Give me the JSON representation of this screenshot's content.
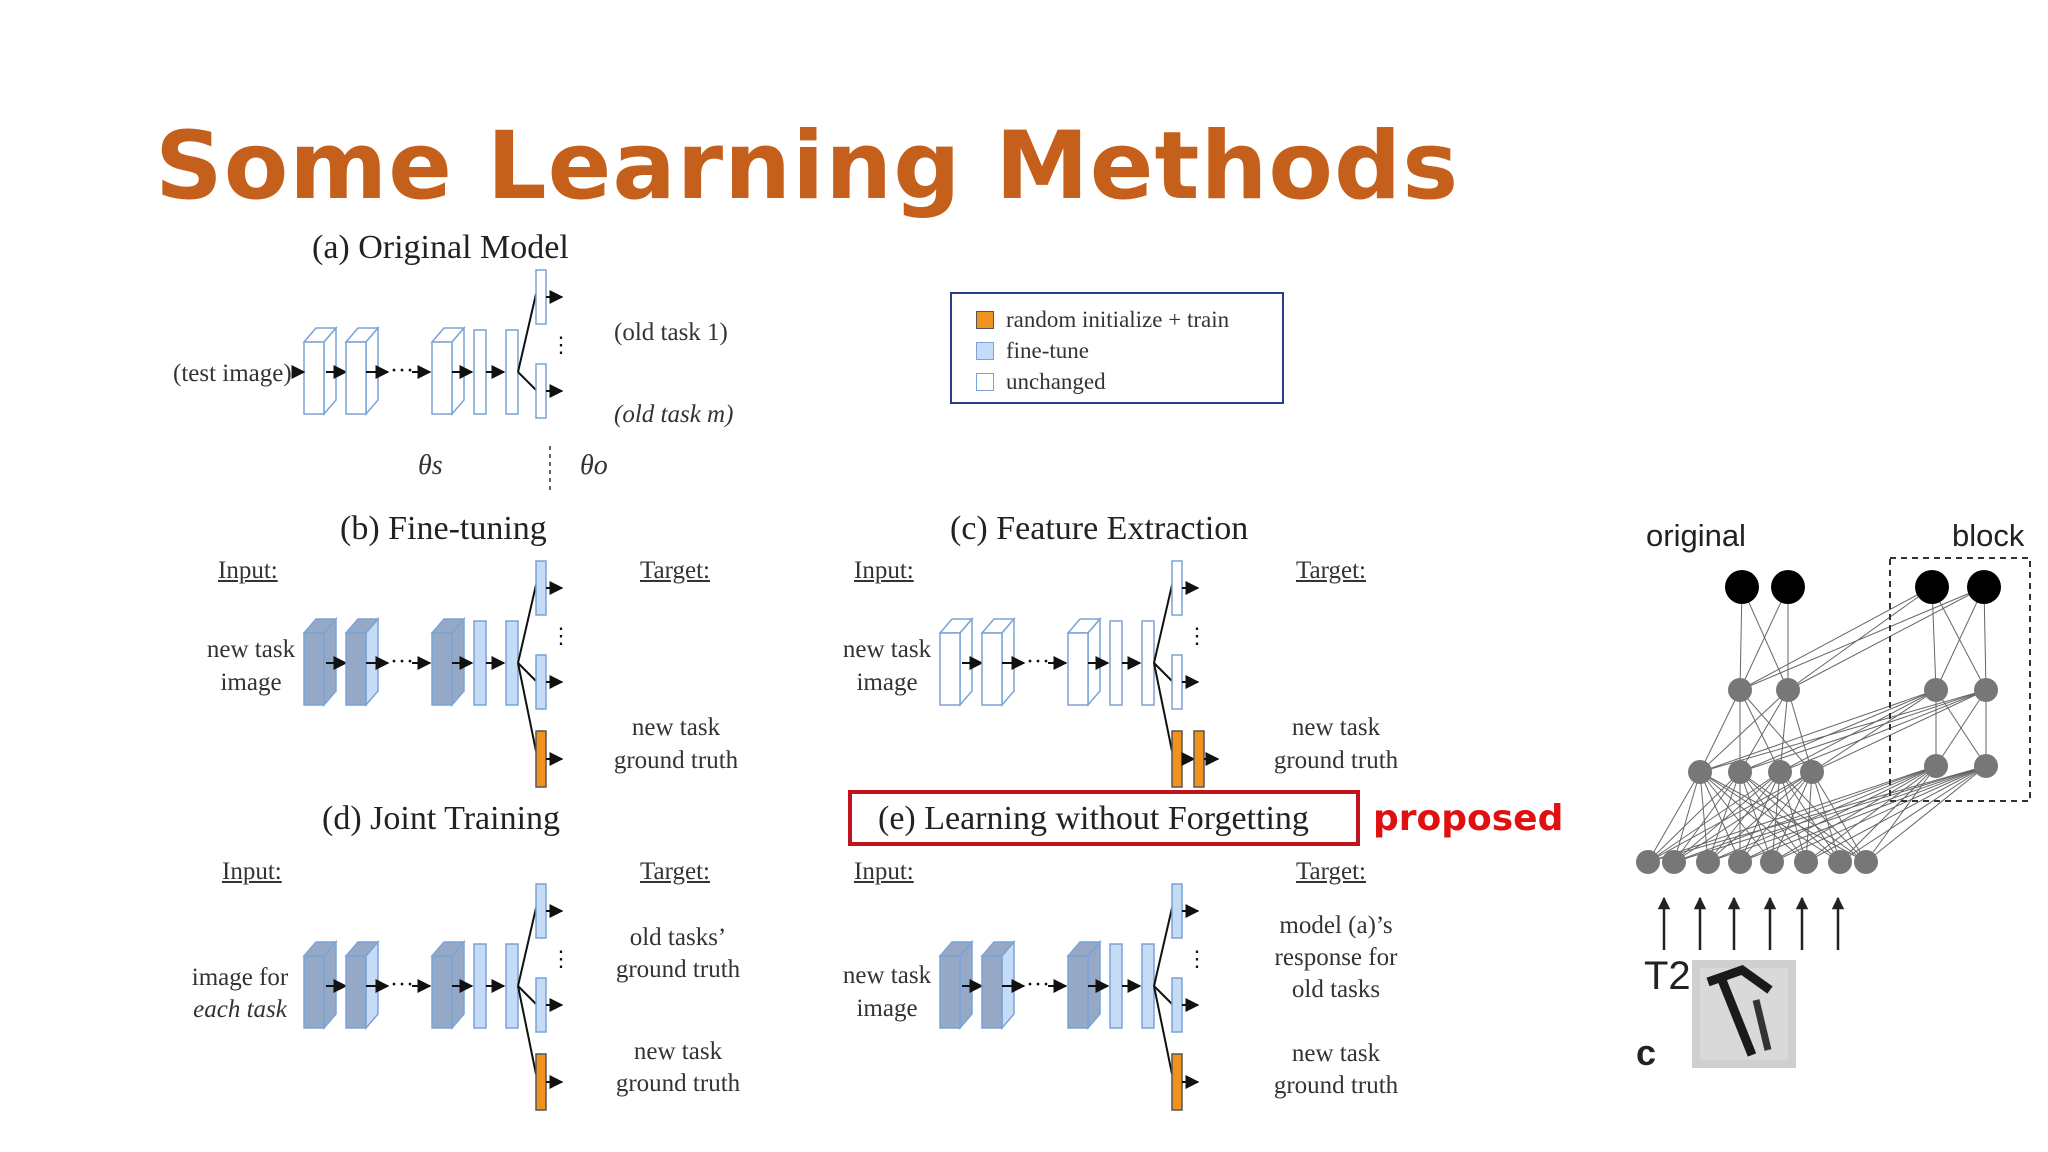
{
  "slide": {
    "title": "Some Learning Methods",
    "proposed_label": "proposed"
  },
  "legend": {
    "items": [
      {
        "label": "random initialize + train",
        "color": "#f0921c"
      },
      {
        "label": "fine-tune",
        "color": "#c6dbf5"
      },
      {
        "label": "unchanged",
        "color": "#ffffff"
      }
    ]
  },
  "panels": {
    "a": {
      "title": "(a) Original Model",
      "input": "(test image)",
      "out1": "(old task 1)",
      "out2": "(old task m)",
      "theta_s": "θs",
      "theta_o": "θo"
    },
    "b": {
      "title": "(b) Fine-tuning",
      "input_hdr": "Input:",
      "target_hdr": "Target:",
      "input_l1": "new task",
      "input_l2": "image",
      "target_l1": "new task",
      "target_l2": "ground truth"
    },
    "c": {
      "title": "(c) Feature Extraction",
      "input_hdr": "Input:",
      "target_hdr": "Target:",
      "input_l1": "new task",
      "input_l2": "image",
      "target_l1": "new task",
      "target_l2": "ground truth"
    },
    "d": {
      "title": "(d) Joint Training",
      "input_hdr": "Input:",
      "target_hdr": "Target:",
      "input_l1": "image for",
      "input_l2": "each task",
      "t1_l1": "old tasks’",
      "t1_l2": "ground truth",
      "t2_l1": "new task",
      "t2_l2": "ground truth"
    },
    "e": {
      "title": "(e) Learning without Forgetting",
      "input_hdr": "Input:",
      "target_hdr": "Target:",
      "input_l1": "new task",
      "input_l2": "image",
      "t1_l1": "model (a)’s",
      "t1_l2": "response for",
      "t1_l3": "old tasks",
      "t2_l1": "new task",
      "t2_l2": "ground truth"
    }
  },
  "network": {
    "original_label": "original",
    "block_label": "block",
    "t2_label": "T2",
    "c_label": "c"
  }
}
